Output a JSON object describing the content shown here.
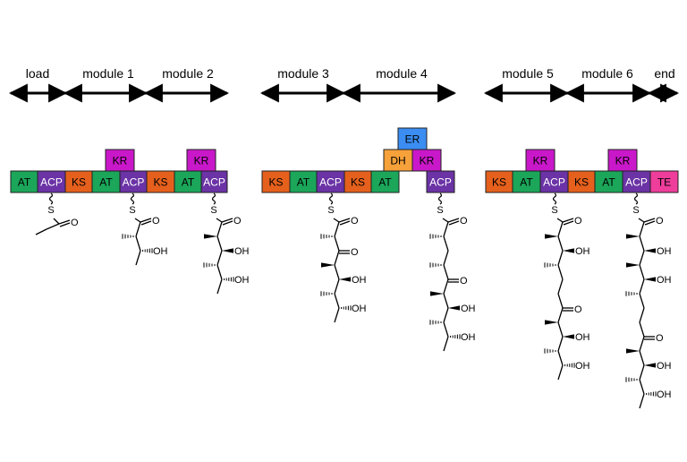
{
  "colors": {
    "AT": "#1ba65a",
    "ACP": "#6b33a6",
    "KS": "#e5601c",
    "KR": "#c918c9",
    "DH": "#f6a13a",
    "ER": "#3b8df2",
    "TE": "#ee3d9a",
    "ACP_text": "#ffffff",
    "default_text": "#000000"
  },
  "modules": [
    {
      "label": "load"
    },
    {
      "label": "module 1"
    },
    {
      "label": "module 2"
    },
    {
      "label": "module 3"
    },
    {
      "label": "module 4"
    },
    {
      "label": "module 5"
    },
    {
      "label": "module 6"
    },
    {
      "label": "end"
    }
  ],
  "domains": {
    "g1_row": [
      "AT",
      "ACP",
      "KS",
      "AT",
      "ACP",
      "KS",
      "AT",
      "ACP"
    ],
    "g1_kr": [
      "KR",
      "KR"
    ],
    "g2_row": [
      "KS",
      "AT",
      "ACP",
      "KS",
      "AT",
      "ACP"
    ],
    "g2_mid": [
      "DH",
      "KR"
    ],
    "g2_top": [
      "ER"
    ],
    "g3_row": [
      "KS",
      "AT",
      "ACP",
      "KS",
      "AT",
      "ACP",
      "TE"
    ],
    "g3_kr": [
      "KR",
      "KR"
    ]
  },
  "atoms": {
    "sulfur": "S",
    "carbonyl_o": "O",
    "hydroxyl": "OH"
  }
}
